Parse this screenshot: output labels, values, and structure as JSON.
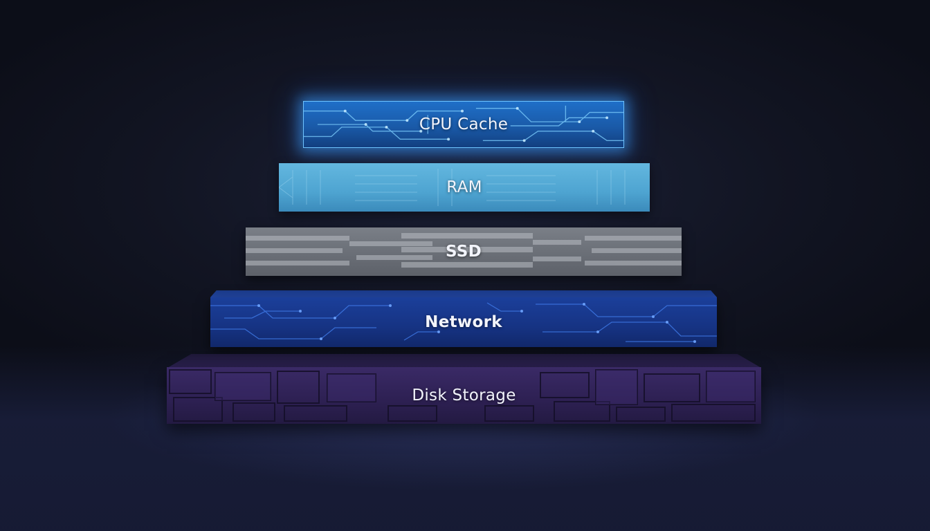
{
  "diagram": {
    "type": "stacked-hierarchy",
    "tiers": [
      {
        "id": "cpu",
        "label": "CPU Cache"
      },
      {
        "id": "ram",
        "label": "RAM"
      },
      {
        "id": "ssd",
        "label": "SSD"
      },
      {
        "id": "network",
        "label": "Network"
      },
      {
        "id": "disk",
        "label": "Disk Storage"
      }
    ]
  },
  "colors": {
    "background": "#121523",
    "cpu": "#1f6fc8",
    "cpu_glow": "#3ca0ff",
    "ram": "#4ea4d1",
    "ssd": "#6b7078",
    "network": "#163383",
    "disk": "#2d2052",
    "label": "#f2f4fb"
  }
}
